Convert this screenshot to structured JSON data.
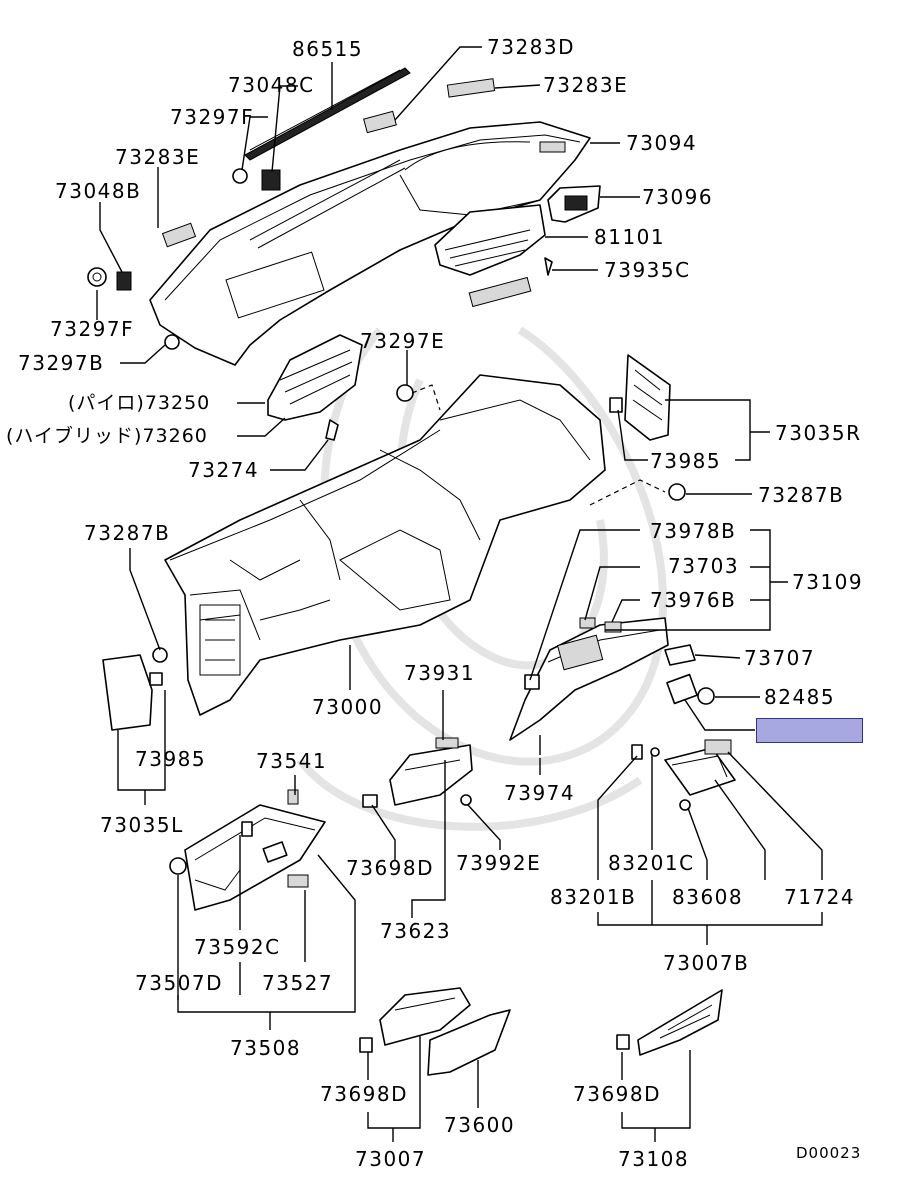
{
  "diagram": {
    "code": "D00023",
    "highlight_color": "#a8a8e0",
    "labels": [
      {
        "id": "l86515",
        "text": "86515"
      },
      {
        "id": "l73283D",
        "text": "73283D"
      },
      {
        "id": "l73048C",
        "text": "73048C"
      },
      {
        "id": "l73283E_a",
        "text": "73283E"
      },
      {
        "id": "l73297F_a",
        "text": "73297F"
      },
      {
        "id": "l73094",
        "text": "73094"
      },
      {
        "id": "l73283E_b",
        "text": "73283E"
      },
      {
        "id": "l73048B",
        "text": "73048B"
      },
      {
        "id": "l73096",
        "text": "73096"
      },
      {
        "id": "l81101",
        "text": "81101"
      },
      {
        "id": "l73935C",
        "text": "73935C"
      },
      {
        "id": "l73297F_b",
        "text": "73297F"
      },
      {
        "id": "l73297B",
        "text": "73297B"
      },
      {
        "id": "l73297E",
        "text": "73297E"
      },
      {
        "id": "l73250",
        "text": "(パイロ)73250"
      },
      {
        "id": "l73260",
        "text": "(ハイブリッド)73260"
      },
      {
        "id": "l73035R",
        "text": "73035R"
      },
      {
        "id": "l73274",
        "text": "73274"
      },
      {
        "id": "l73985_a",
        "text": "73985"
      },
      {
        "id": "l73287B_a",
        "text": "73287B"
      },
      {
        "id": "l73287B_b",
        "text": "73287B"
      },
      {
        "id": "l73978B",
        "text": "73978B"
      },
      {
        "id": "l73703",
        "text": "73703"
      },
      {
        "id": "l73109",
        "text": "73109"
      },
      {
        "id": "l73976B",
        "text": "73976B"
      },
      {
        "id": "l73707",
        "text": "73707"
      },
      {
        "id": "l73000",
        "text": "73000"
      },
      {
        "id": "l73931",
        "text": "73931"
      },
      {
        "id": "l82485",
        "text": "82485"
      },
      {
        "id": "l73985_b",
        "text": "73985"
      },
      {
        "id": "l73541",
        "text": "73541"
      },
      {
        "id": "l73974",
        "text": "73974"
      },
      {
        "id": "l73035L",
        "text": "73035L"
      },
      {
        "id": "l73698D_a",
        "text": "73698D"
      },
      {
        "id": "l73992E",
        "text": "73992E"
      },
      {
        "id": "l83201C",
        "text": "83201C"
      },
      {
        "id": "l83201B",
        "text": "83201B"
      },
      {
        "id": "l83608",
        "text": "83608"
      },
      {
        "id": "l71724",
        "text": "71724"
      },
      {
        "id": "l73623",
        "text": "73623"
      },
      {
        "id": "l73592C",
        "text": "73592C"
      },
      {
        "id": "l73007B",
        "text": "73007B"
      },
      {
        "id": "l73507D",
        "text": "73507D"
      },
      {
        "id": "l73527",
        "text": "73527"
      },
      {
        "id": "l73508",
        "text": "73508"
      },
      {
        "id": "l73698D_b",
        "text": "73698D"
      },
      {
        "id": "l73600",
        "text": "73600"
      },
      {
        "id": "l73698D_c",
        "text": "73698D"
      },
      {
        "id": "l73007",
        "text": "73007"
      },
      {
        "id": "l73108",
        "text": "73108"
      }
    ]
  }
}
